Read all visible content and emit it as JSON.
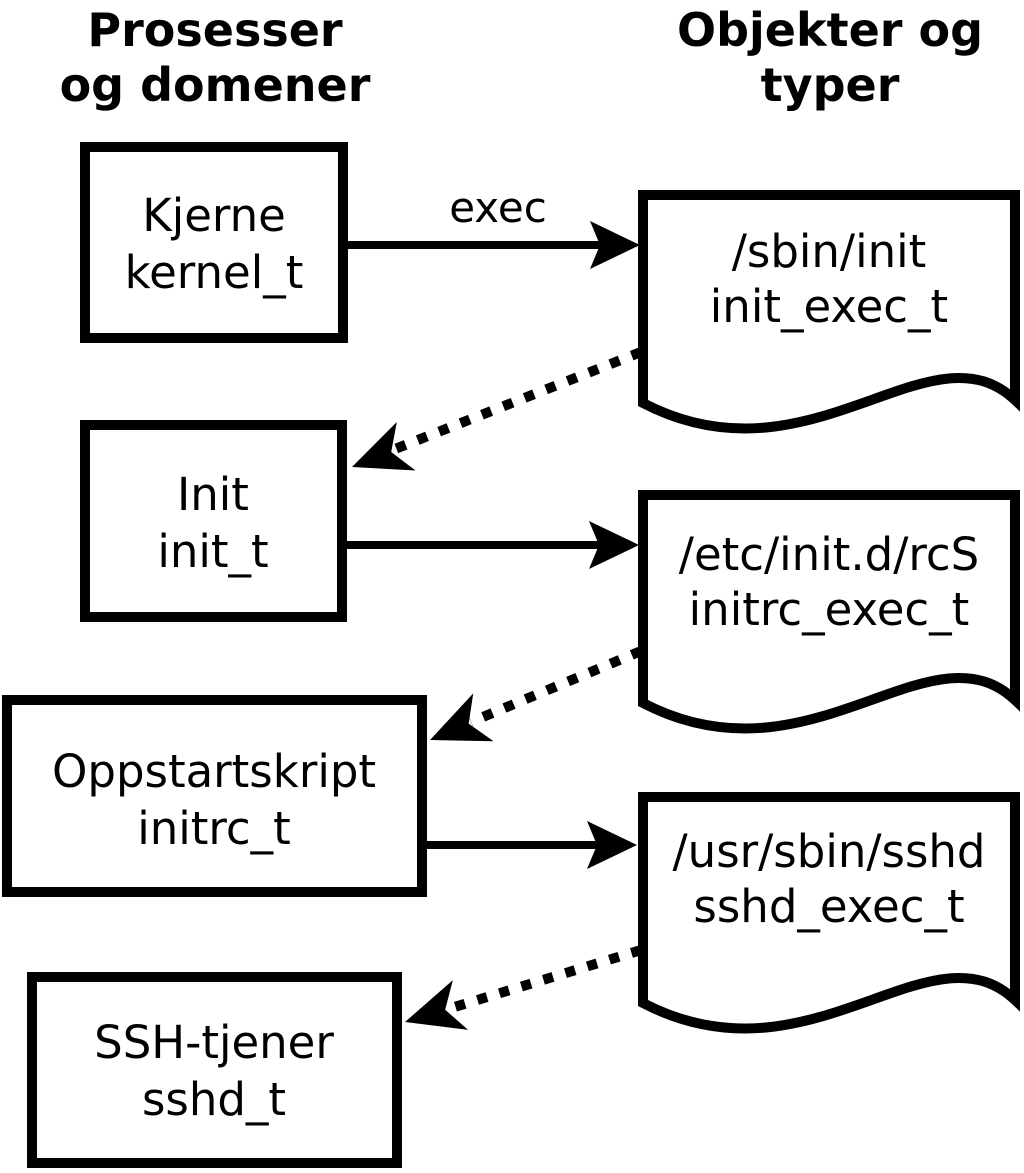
{
  "headings": {
    "left": {
      "line1": "Prosesser",
      "line2": "og domener"
    },
    "right": {
      "line1": "Objekter og",
      "line2": "typer"
    }
  },
  "processes": [
    {
      "name": "Kjerne",
      "type": "kernel_t"
    },
    {
      "name": "Init",
      "type": "init_t"
    },
    {
      "name": "Oppstartskript",
      "type": "initrc_t"
    },
    {
      "name": "SSH-tjener",
      "type": "sshd_t"
    }
  ],
  "objects": [
    {
      "path": "/sbin/init",
      "type": "init_exec_t"
    },
    {
      "path": "/etc/init.d/rcS",
      "type": "initrc_exec_t"
    },
    {
      "path": "/usr/sbin/sshd",
      "type": "sshd_exec_t"
    }
  ],
  "arrows": {
    "exec_label": "exec"
  },
  "colors": {
    "line": "#000000",
    "shape_fill": "#ffffff",
    "background": "#ffffff"
  }
}
